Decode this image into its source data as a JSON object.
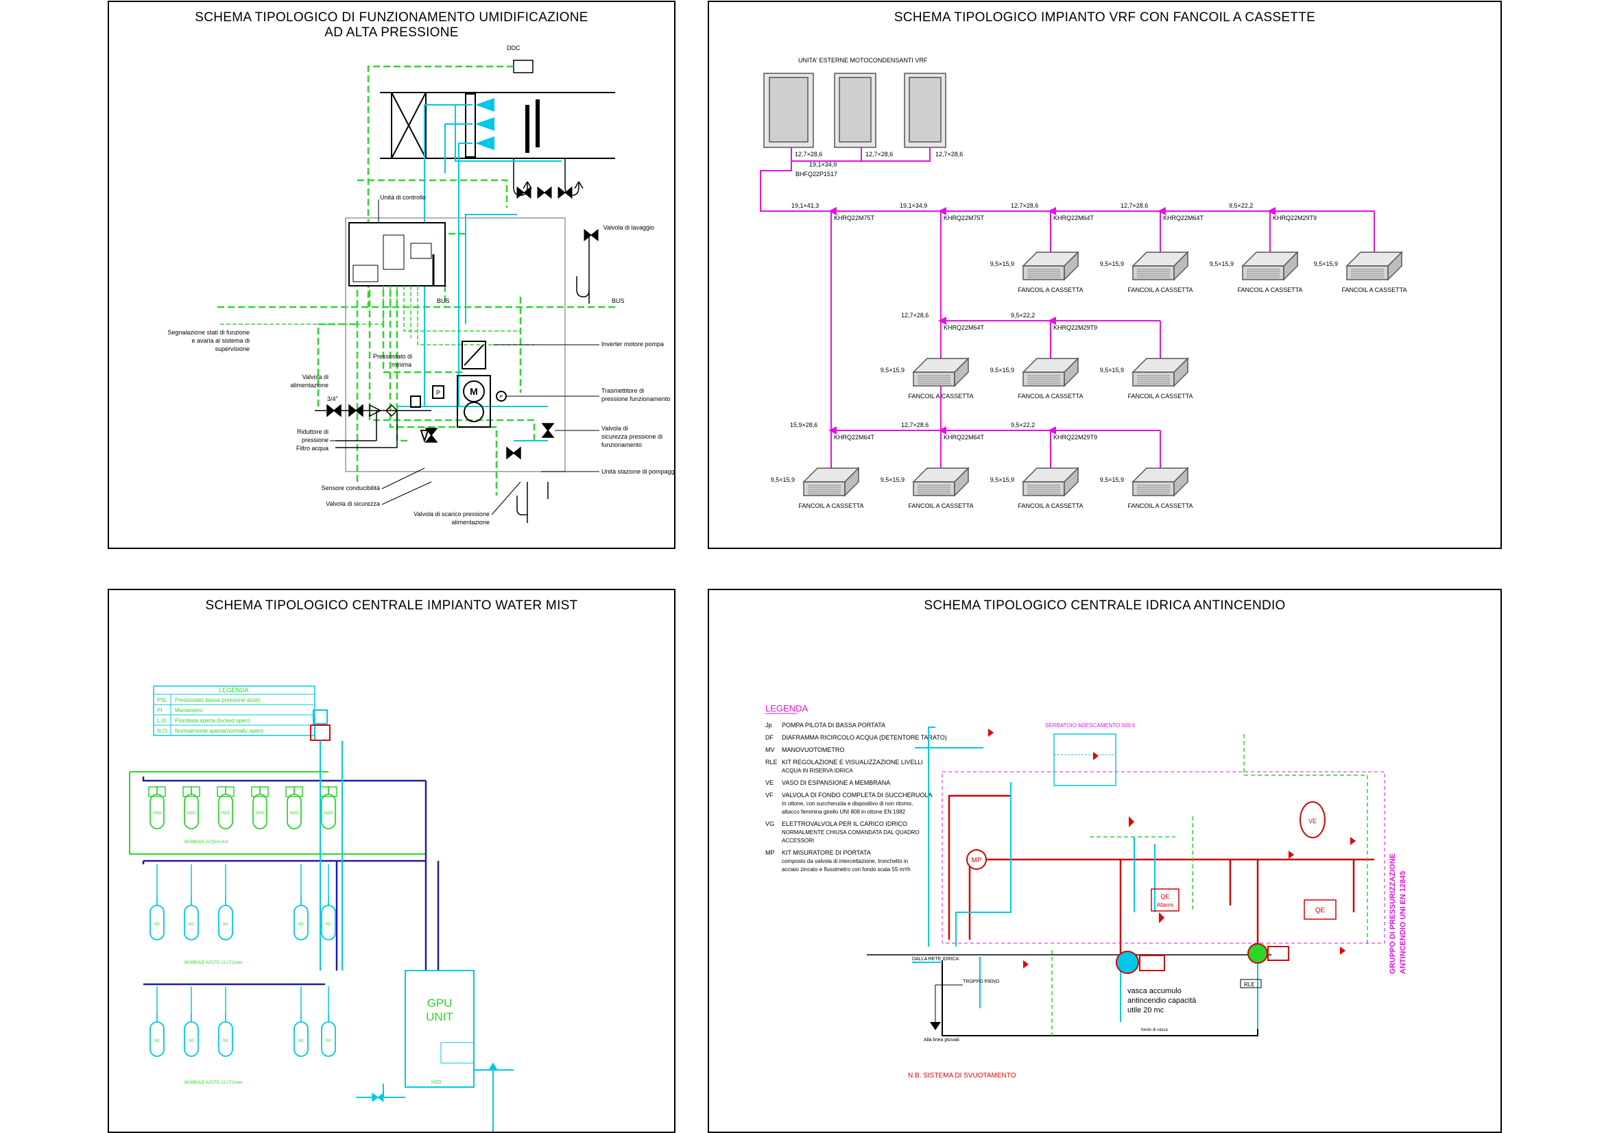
{
  "panels": {
    "humidification": {
      "title_line1": "SCHEMA TIPOLOGICO DI FUNZIONAMENTO UMIDIFICAZIONE",
      "title_line2": "AD ALTA PRESSIONE",
      "labels": {
        "ddc": "DDC",
        "control_unit": "Unità di controllo",
        "wash_valve": "Valvola di lavaggio",
        "bus1": "BUS",
        "bus2": "BUS",
        "signals1": "Segnalazione stati di funzione",
        "signals2": "e avaria al sistema di",
        "signals3": "supervisione",
        "inverter": "Inverter motore pompa",
        "min_pressure1": "Pressostato di",
        "min_pressure2": "minima",
        "feed_valve1": "Valvola di",
        "feed_valve2": "alimentazione",
        "size": "3/4\"",
        "transmitter1": "Trasmettitore di",
        "transmitter2": "pressione funzionamento",
        "reducer1": "Riduttore di",
        "reducer2": "pressione",
        "filter": "Filtro acqua",
        "safety_valve1": "Valvola di",
        "safety_valve2": "sicurezza pressione di",
        "safety_valve3": "funzionamento",
        "conductivity": "Sensore conducibilità",
        "pump_station": "Unità stazione di pompaggio ad alta pressione",
        "safety": "Valvola di sicurezza",
        "discharge1": "Valvola di scarico pressione",
        "discharge2": "alimentazione",
        "motor": "M",
        "p_switch": "P",
        "p_transmitter": "P"
      }
    },
    "vrf": {
      "title": "SCHEMA TIPOLOGICO IMPIANTO VRF CON FANCOIL A CASSETTE",
      "outdoor_units": "UNITA' ESTERNE MOTOCONDENSANTI VRF",
      "pipe_sizes": {
        "out1": "12,7×28,6",
        "out2": "12,7×28,6",
        "out3": "12,7×28,6",
        "collector": "19,1×34,9",
        "main": "19,1×41,3",
        "b1": "19,1×34,9",
        "b2": "12,7×28,6",
        "b3": "12,7×28,6",
        "b4": "9,5×22,2",
        "r2a": "12,7×28,6",
        "r2b": "9,5×22,2",
        "r3main": "15,9×28,6",
        "r3a": "12,7×28,6",
        "r3b": "9,5×22,2",
        "unit": "9,5×15,9"
      },
      "bhfq": "BHFQ22P1517",
      "joints": {
        "r1": [
          "KHRQ22M75T",
          "KHRQ22M75T",
          "KHRQ22M64T",
          "KHRQ22M64T",
          "KHRQ22M29T9"
        ],
        "r2": [
          "KHRQ22M64T",
          "KHRQ22M29T9"
        ],
        "r3": [
          "KHRQ22M64T",
          "KHRQ22M64T",
          "KHRQ22M29T9"
        ]
      },
      "fancoil": "FANCOIL A CASSETTA"
    },
    "watermist": {
      "title": "SCHEMA TIPOLOGICO CENTRALE IMPIANTO WATER MIST",
      "legend_title": "LEGENDA",
      "legend": [
        {
          "code": "PSL",
          "desc": "Pressostato bassa pressione azoto"
        },
        {
          "code": "PI",
          "desc": "Manometro"
        },
        {
          "code": "L.O.",
          "desc": "Piombata aperta (locked open)"
        },
        {
          "code": "N.O.",
          "desc": "Normalmente aperta(normally open)"
        }
      ],
      "gpu_line1": "GPU",
      "gpu_line2": "UNIT",
      "bank1": "BOMBOLE ACQUA N.6",
      "bank2": "BOMBOLE AZOTO 12 LT.1xxxx",
      "bank3": "BOMBOLE AZOTO 12 LT.1xxxx",
      "n2": "N2",
      "h2o": "H2O"
    },
    "antincendio": {
      "title": "SCHEMA TIPOLOGICO CENTRALE IDRICA ANTINCENDIO",
      "legend_title": "LEGENDA",
      "legend": [
        {
          "code": "Jp",
          "lines": [
            "POMPA PILOTA DI BASSA PORTATA"
          ]
        },
        {
          "code": "DF",
          "lines": [
            "DIAFRAMMA RICIRCOLO ACQUA (DETENTORE TARATO)"
          ]
        },
        {
          "code": "MV",
          "lines": [
            "MANOVUOTOMETRO"
          ]
        },
        {
          "code": "RLE",
          "lines": [
            "KIT REGOLAZIONE E VISUALIZZAZIONE LIVELLI",
            "ACQUA IN RISERVA IDRICA"
          ]
        },
        {
          "code": "VE",
          "lines": [
            "VASO DI ESPANSIONE A MEMBRANA"
          ]
        },
        {
          "code": "VF",
          "lines": [
            "VALVOLA DI FONDO COMPLETA DI SUCCHERUOLA",
            "In ottone, con succheruola e dispositivo di non ritorno,",
            "attacco femmina girello UNI 808 in ottone EN 1982"
          ]
        },
        {
          "code": "VG",
          "lines": [
            "ELETTROVALVOLA PER IL CARICO IDRICO",
            "NORMALMENTE CHIUSA COMANDATA DAL QUADRO",
            "ACCESSORI"
          ]
        },
        {
          "code": "MP",
          "lines": [
            "KIT MISURATORE DI PORTATA",
            "composto da valvola di intercettazione, tronchetto in",
            "acciaio zincato e flussimetro con fondo scala 55 m³/h"
          ]
        }
      ],
      "priming_tank": "SERBATOIO ADESCAMENTO 500 lt",
      "group_label1": "GRUPPO DI PRESSURIZZAZIONE",
      "group_label2": "ANTINCENDIO UNI EN 12845",
      "from_network": "DALLA RETE IDRICA",
      "overflow": "TROPPO PIENO",
      "drain": "Alla linea pluviali",
      "tank1": "vasca accumulo",
      "tank2": "antincendio capacità",
      "tank3": "utile 20 mc",
      "bottom": "fondo di vasca",
      "nb": "N.B.   SISTEMA DI SVUOTAMENTO",
      "qe1": "QE",
      "qe1b": "Allarmi",
      "qe2": "QE",
      "mp": "MP",
      "rle": "RLE",
      "ve": "VE"
    }
  }
}
